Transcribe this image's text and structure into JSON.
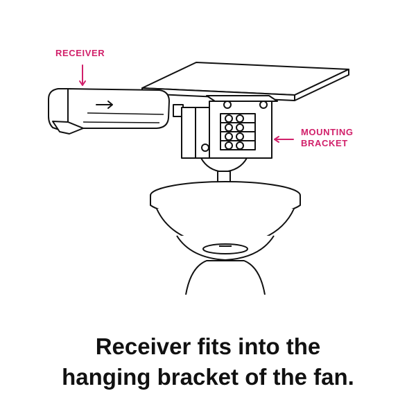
{
  "callouts": {
    "receiver": "RECEIVER",
    "mounting_bracket_line1": "MOUNTING",
    "mounting_bracket_line2": "BRACKET"
  },
  "caption": {
    "line1": "Receiver fits into the",
    "line2": "hanging bracket of the fan."
  },
  "colors": {
    "callout": "#d1206a",
    "line": "#111111",
    "caption": "#111111"
  },
  "icons": {
    "receiver_arrow": "right-arrow-icon",
    "callout_arrow_down": "arrow-down-icon",
    "callout_arrow_left": "arrow-left-icon"
  }
}
